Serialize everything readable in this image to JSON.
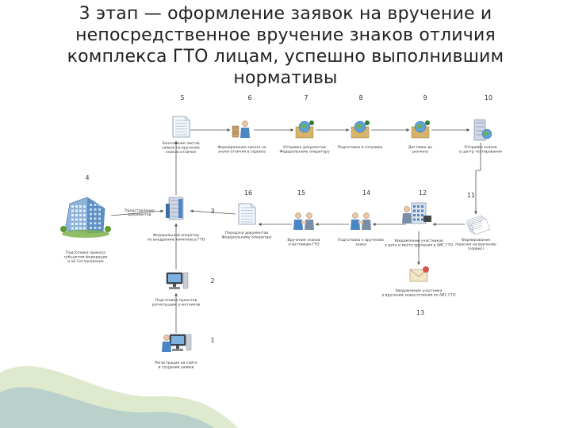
{
  "title_lines": [
    "3 этап — оформление заявок на вручение и",
    "непосредственное вручение знаков отличия",
    "комплекса ГТО лицам, успешно выполнившим",
    "нормативы"
  ],
  "steps": {
    "s1": {
      "num": "1",
      "icon": "person-at-computer-icon",
      "label": [
        "Регистрация на сайте",
        "и создание заявки"
      ]
    },
    "s2": {
      "num": "2",
      "icon": "monitor-icon",
      "label": [
        "Подготовка проектов",
        "регистрации участников"
      ]
    },
    "s3": {
      "num": "3",
      "icon": "server-icon",
      "label": [
        "Федеральный оператор",
        "по внедрению комплекса ГТО"
      ]
    },
    "s4": {
      "num": "4",
      "icon": "office-building-icon",
      "label": [
        "Подготовка приказа",
        "субъектом федерации",
        "и её Согласование"
      ]
    },
    "s5": {
      "num": "5",
      "icon": "document-icon",
      "label": [
        "Заполнение листов",
        "заявок на вручение",
        "знаков отличия"
      ]
    },
    "s6": {
      "num": "6",
      "icon": "person-with-boxes-icon",
      "label": [
        "Формирование заказа на",
        "знаки отличия в сервисе"
      ]
    },
    "s7": {
      "num": "7",
      "icon": "folder-with-globe-icon",
      "label": [
        "Отправка документов",
        "Федеральному оператору"
      ]
    },
    "s8": {
      "num": "8",
      "icon": "folder-with-globe-icon",
      "label": [
        "Подготовка и отправка",
        ""
      ]
    },
    "s9": {
      "num": "9",
      "icon": "folder-with-globe-icon",
      "label": [
        "Доставка до",
        "региона"
      ]
    },
    "s10": {
      "num": "10",
      "icon": "server-globe-icon",
      "label": [
        "Отправка знаков",
        "в центр тестирования"
      ]
    },
    "s11": {
      "num": "11",
      "icon": "papers-stack-icon",
      "label": [
        "Формирование",
        "перечня на вручение",
        "(сервис)"
      ]
    },
    "s12": {
      "num": "12",
      "icon": "building-with-phone-icon",
      "label": [
        "Уведомление участников",
        "о дате и месте вручения в АИС ГТО"
      ]
    },
    "s13": {
      "num": "13",
      "icon": "envelope-icon",
      "label": [
        "Уведомление участника",
        "о вручении знака отличия по АИС ГТО"
      ]
    },
    "s14": {
      "num": "14",
      "icon": "handshake-icon",
      "label": [
        "Подготовка к вручению",
        "знака"
      ]
    },
    "s15": {
      "num": "15",
      "icon": "handshake-icon",
      "label": [
        "Вручение знаков",
        "участникам ГТО"
      ]
    },
    "s16": {
      "num": "16",
      "icon": "document-icon",
      "label": [
        "Передача документов",
        "Федеральному оператору"
      ]
    }
  },
  "side_label": [
    "Представление",
    "документов"
  ],
  "colors": {
    "line": "#555555",
    "blue": "#4a86c5",
    "green": "#7aa83c"
  }
}
